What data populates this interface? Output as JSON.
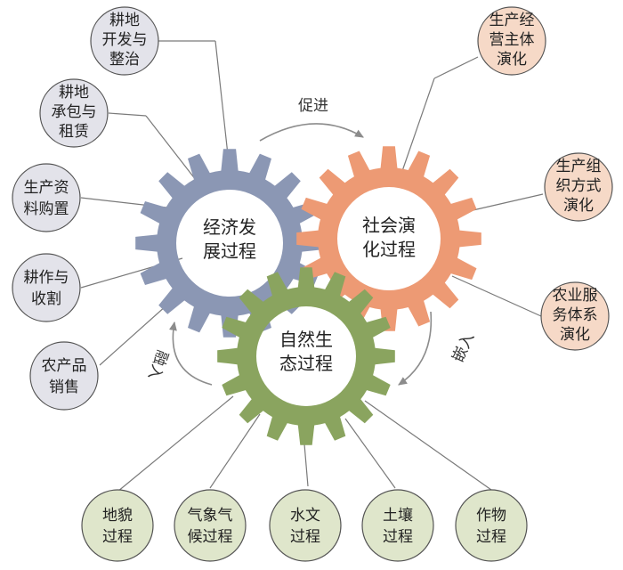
{
  "colors": {
    "economic_gear": "#8b97b4",
    "social_gear": "#ed9a74",
    "natural_gear": "#8aa45f",
    "economic_node": "#e3e3ea",
    "social_node": "#f6d9c7",
    "natural_node": "#dfe6cb",
    "node_stroke": "#555555",
    "arrow": "#8c8c8c"
  },
  "gears": {
    "economic": {
      "line1": "经济发",
      "line2": "展过程"
    },
    "social": {
      "line1": "社会演",
      "line2": "化过程"
    },
    "natural": {
      "line1": "自然生",
      "line2": "态过程"
    }
  },
  "arrows": {
    "promote": "促进",
    "embed": "嵌入",
    "embed_back": "融入"
  },
  "economic_nodes": [
    {
      "line1": "耕地",
      "line2": "开发与",
      "line3": "整治"
    },
    {
      "line1": "耕地",
      "line2": "承包与",
      "line3": "租赁"
    },
    {
      "line1": "生产资",
      "line2": "料购置"
    },
    {
      "line1": "耕作与",
      "line2": "收割"
    },
    {
      "line1": "农产品",
      "line2": "销售"
    }
  ],
  "social_nodes": [
    {
      "line1": "生产经",
      "line2": "营主体",
      "line3": "演化"
    },
    {
      "line1": "生产组",
      "line2": "织方式",
      "line3": "演化"
    },
    {
      "line1": "农业服",
      "line2": "务体系",
      "line3": "演化"
    }
  ],
  "natural_nodes": [
    {
      "line1": "地貌",
      "line2": "过程"
    },
    {
      "line1": "气象气",
      "line2": "候过程"
    },
    {
      "line1": "水文",
      "line2": "过程"
    },
    {
      "line1": "土壤",
      "line2": "过程"
    },
    {
      "line1": "作物",
      "line2": "过程"
    }
  ]
}
